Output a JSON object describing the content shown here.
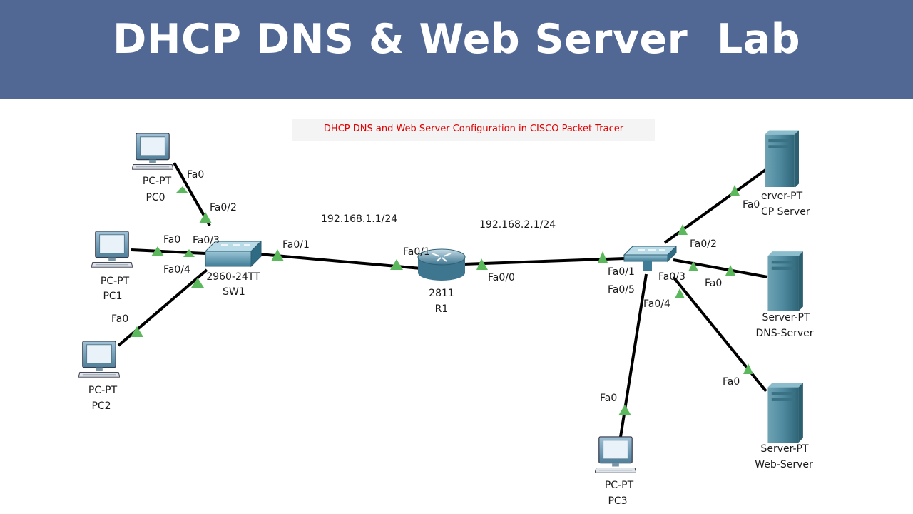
{
  "banner": {
    "title": "DHCP DNS & Web Server  Lab",
    "bg_color": "#516894"
  },
  "subtitle": "DHCP DNS and Web Server Configuration in CISCO Packet Tracer",
  "networks": {
    "left": "192.168.1.1/24",
    "right": "192.168.2.1/24"
  },
  "devices": {
    "pc0": {
      "model": "PC-PT",
      "name": "PC0"
    },
    "pc1": {
      "model": "PC-PT",
      "name": "PC1"
    },
    "pc2": {
      "model": "PC-PT",
      "name": "PC2"
    },
    "pc3": {
      "model": "PC-PT",
      "name": "PC3"
    },
    "sw1": {
      "model": "2960-24TT",
      "name": "SW1"
    },
    "r1": {
      "model": "2811",
      "name": "R1"
    },
    "dhcp_server": {
      "model": "erver-PT",
      "name": "CP Server"
    },
    "dns_server": {
      "model": "Server-PT",
      "name": "DNS-Server"
    },
    "web_server": {
      "model": "Server-PT",
      "name": "Web-Server"
    }
  },
  "ports": {
    "pc0_fa0": "Fa0",
    "sw1_fa02": "Fa0/2",
    "pc1_fa0": "Fa0",
    "sw1_fa03": "Fa0/3",
    "sw1_fa04": "Fa0/4",
    "pc2_fa0": "Fa0",
    "sw1_fa01": "Fa0/1",
    "r1_fa01": "Fa0/1",
    "r1_fa00": "Fa0/0",
    "sw2_fa01": "Fa0/1",
    "sw2_fa05": "Fa0/5",
    "sw2_fa02": "Fa0/2",
    "sw2_fa03": "Fa0/3",
    "sw2_fa04": "Fa0/4",
    "dhcp_fa0": "Fa0",
    "dns_fa0": "Fa0",
    "web_fa0": "Fa0",
    "pc3_fa0": "Fa0"
  },
  "colors": {
    "link": "#000000",
    "port_indicator": "#5cb85c",
    "subtitle": "#e00000"
  }
}
